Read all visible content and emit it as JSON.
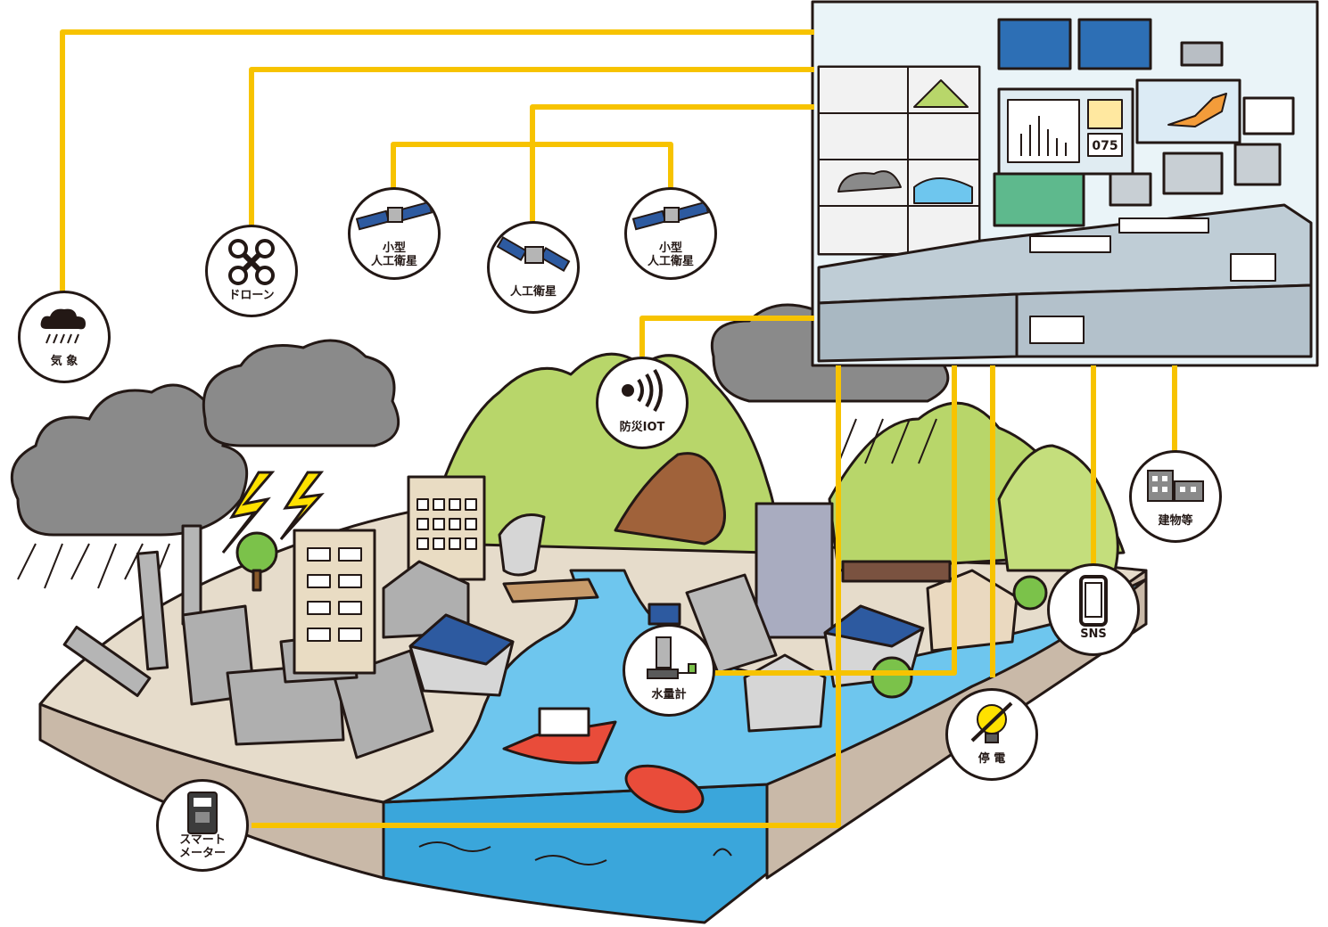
{
  "nodes": {
    "weather": "気 象",
    "drone": "ドローン",
    "small_satellite_left": "小型\n人工衛星",
    "satellite": "人工衛星",
    "small_satellite_right": "小型\n人工衛星",
    "disaster_iot": "防災IOT",
    "water_gauge": "水量計",
    "smart_meter": "スマート\nメーター",
    "power_outage": "停 電",
    "sns": "SNS",
    "buildings": "建物等"
  },
  "control_room": {
    "monitor_number": "075"
  },
  "colors": {
    "connector": "#F7C300",
    "outline": "#231815",
    "water": "#6EC6EE",
    "mountain": "#B8D66A",
    "cloud": "#8A8A8A",
    "ground": "#E6DCCB",
    "control_panel": "#C9D6DE",
    "screen_blue": "#D8EEF8"
  }
}
